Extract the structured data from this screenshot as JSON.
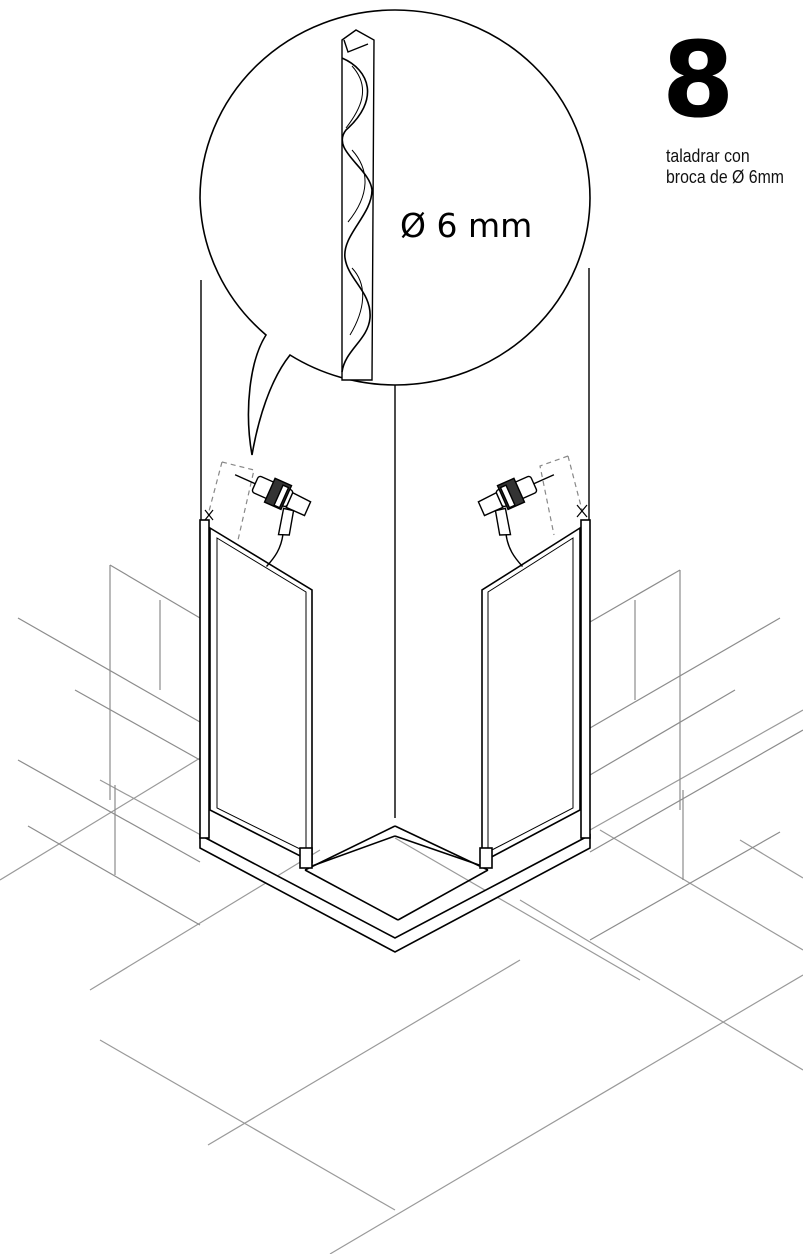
{
  "step": {
    "number": "8",
    "line1": "taladrar con",
    "line2": "broca de Ø 6mm"
  },
  "callout": {
    "drill_size": "Ø 6 mm"
  },
  "colors": {
    "ink": "#000000",
    "thin_line": "#888888",
    "background": "#ffffff"
  },
  "icons": [
    "drill-bit-icon",
    "power-drill-icon",
    "shower-enclosure-illustration"
  ]
}
